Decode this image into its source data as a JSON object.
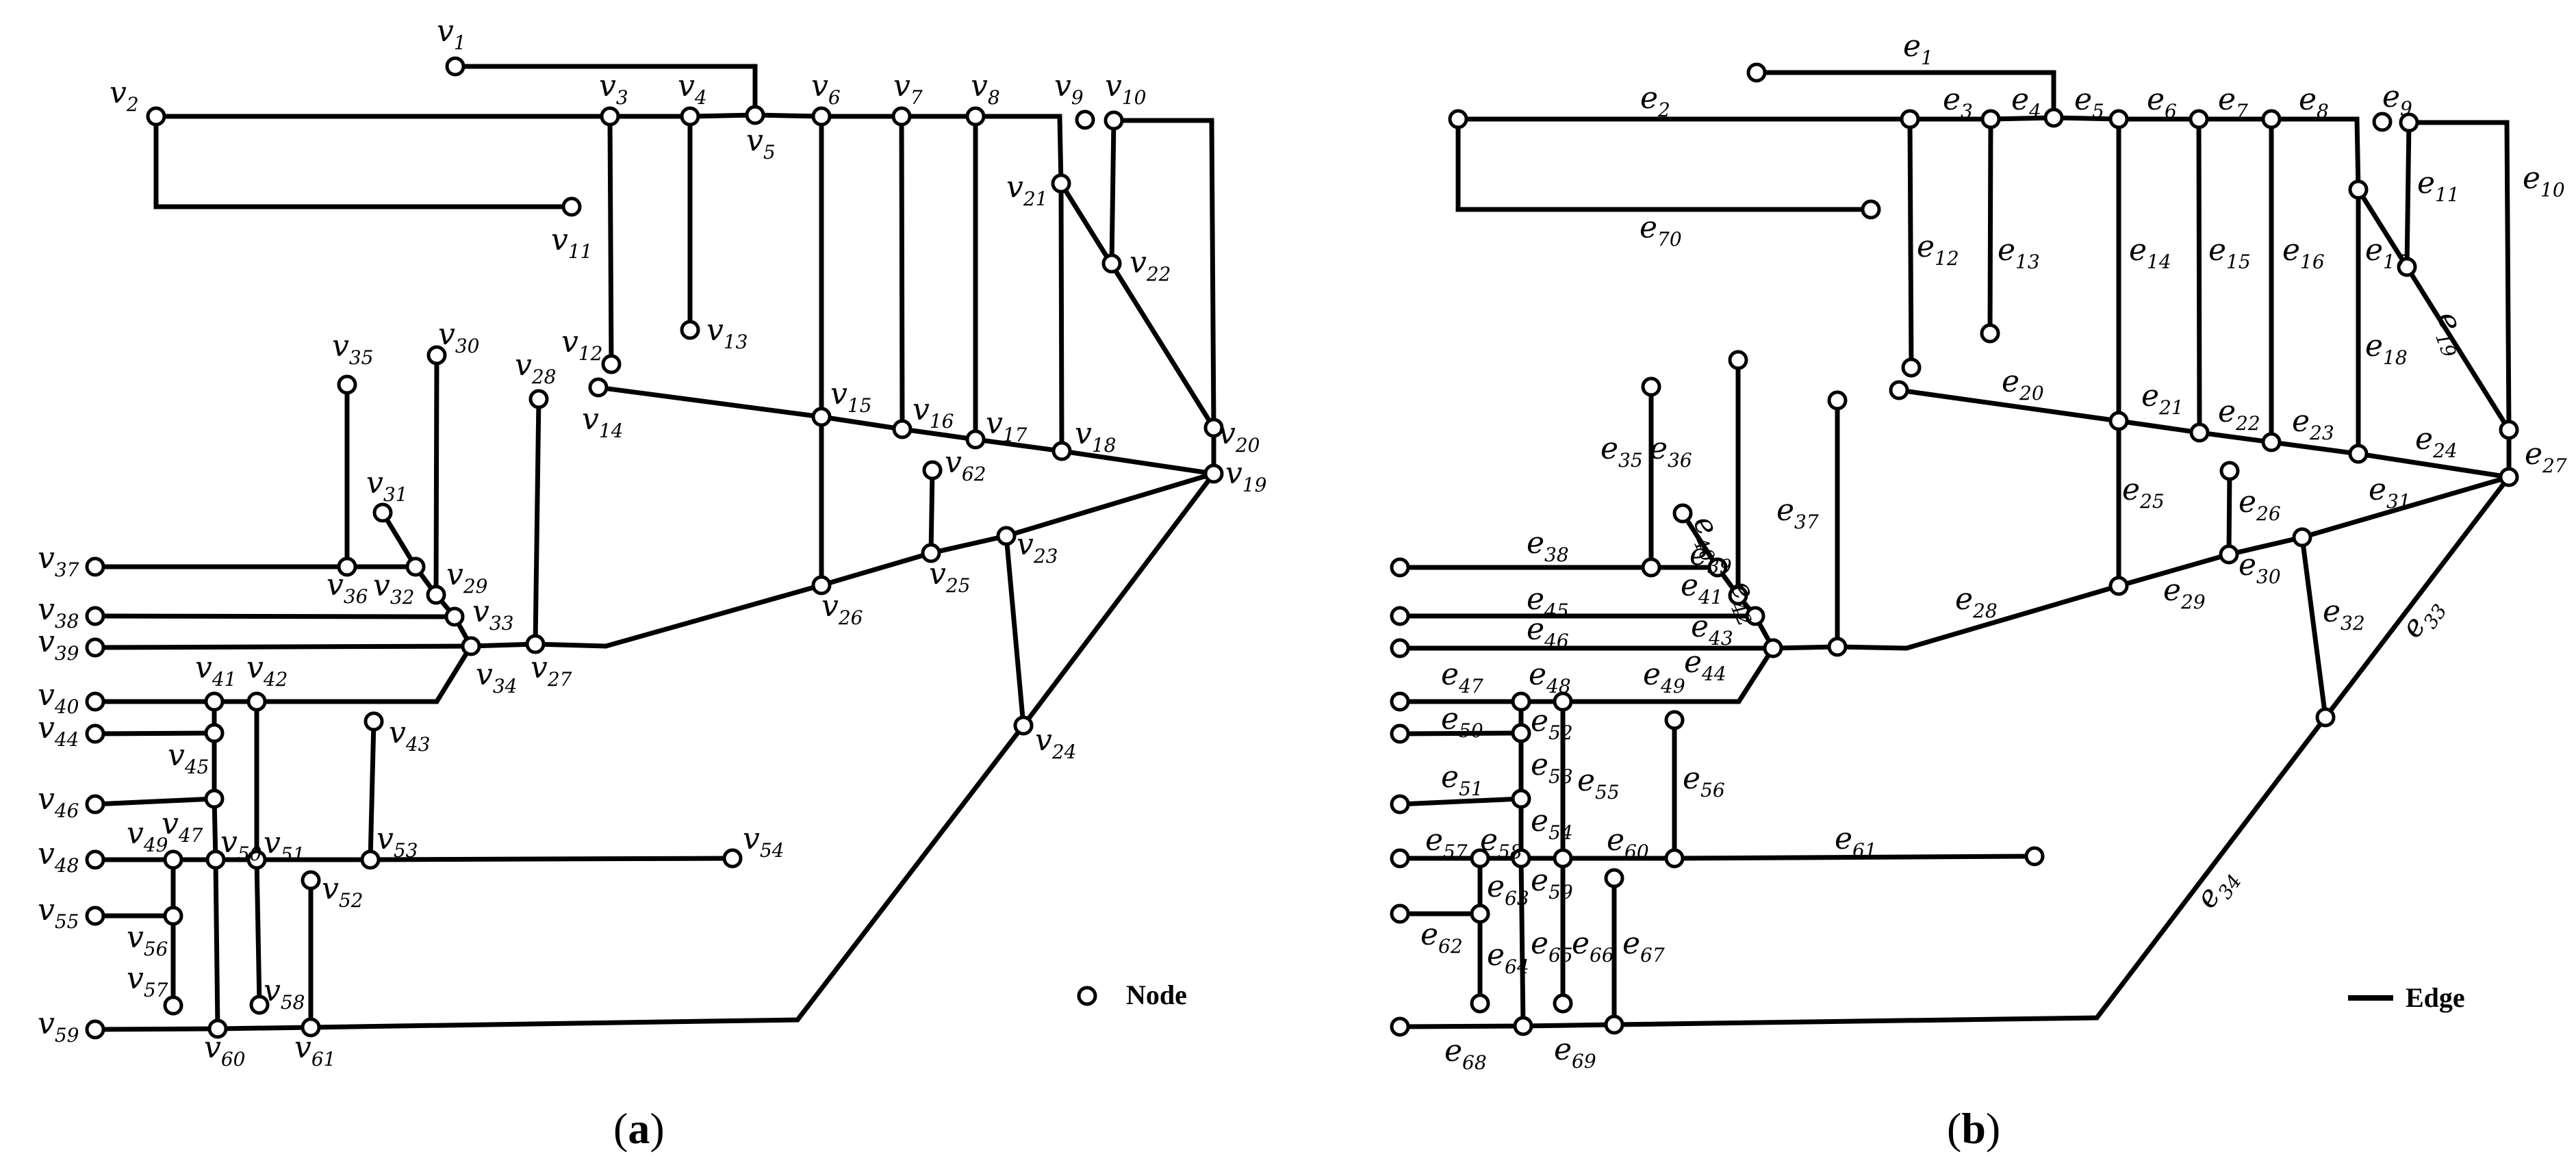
{
  "panel_a": {
    "caption_letter": "a",
    "legend_label": "Node",
    "nodes": [
      {
        "id": "1",
        "label": "v",
        "sub": "1"
      },
      {
        "id": "2",
        "label": "v",
        "sub": "2"
      },
      {
        "id": "3",
        "label": "v",
        "sub": "3"
      },
      {
        "id": "4",
        "label": "v",
        "sub": "4"
      },
      {
        "id": "5",
        "label": "v",
        "sub": "5"
      },
      {
        "id": "6",
        "label": "v",
        "sub": "6"
      },
      {
        "id": "7",
        "label": "v",
        "sub": "7"
      },
      {
        "id": "8",
        "label": "v",
        "sub": "8"
      },
      {
        "id": "9",
        "label": "v",
        "sub": "9"
      },
      {
        "id": "10",
        "label": "v",
        "sub": "10"
      },
      {
        "id": "11",
        "label": "v",
        "sub": "11"
      },
      {
        "id": "12",
        "label": "v",
        "sub": "12"
      },
      {
        "id": "13",
        "label": "v",
        "sub": "13"
      },
      {
        "id": "14",
        "label": "v",
        "sub": "14"
      },
      {
        "id": "15",
        "label": "v",
        "sub": "15"
      },
      {
        "id": "16",
        "label": "v",
        "sub": "16"
      },
      {
        "id": "17",
        "label": "v",
        "sub": "17"
      },
      {
        "id": "18",
        "label": "v",
        "sub": "18"
      },
      {
        "id": "19",
        "label": "v",
        "sub": "19"
      },
      {
        "id": "20",
        "label": "v",
        "sub": "20"
      },
      {
        "id": "21",
        "label": "v",
        "sub": "21"
      },
      {
        "id": "22",
        "label": "v",
        "sub": "22"
      },
      {
        "id": "23",
        "label": "v",
        "sub": "23"
      },
      {
        "id": "24",
        "label": "v",
        "sub": "24"
      },
      {
        "id": "25",
        "label": "v",
        "sub": "25"
      },
      {
        "id": "26",
        "label": "v",
        "sub": "26"
      },
      {
        "id": "27",
        "label": "v",
        "sub": "27"
      },
      {
        "id": "28",
        "label": "v",
        "sub": "28"
      },
      {
        "id": "29",
        "label": "v",
        "sub": "29"
      },
      {
        "id": "30",
        "label": "v",
        "sub": "30"
      },
      {
        "id": "31",
        "label": "v",
        "sub": "31"
      },
      {
        "id": "32",
        "label": "v",
        "sub": "32"
      },
      {
        "id": "33",
        "label": "v",
        "sub": "33"
      },
      {
        "id": "34",
        "label": "v",
        "sub": "34"
      },
      {
        "id": "35",
        "label": "v",
        "sub": "35"
      },
      {
        "id": "36",
        "label": "v",
        "sub": "36"
      },
      {
        "id": "37",
        "label": "v",
        "sub": "37"
      },
      {
        "id": "38",
        "label": "v",
        "sub": "38"
      },
      {
        "id": "39",
        "label": "v",
        "sub": "39"
      },
      {
        "id": "40",
        "label": "v",
        "sub": "40"
      },
      {
        "id": "41",
        "label": "v",
        "sub": "41"
      },
      {
        "id": "42",
        "label": "v",
        "sub": "42"
      },
      {
        "id": "43",
        "label": "v",
        "sub": "43"
      },
      {
        "id": "44",
        "label": "v",
        "sub": "44"
      },
      {
        "id": "45",
        "label": "v",
        "sub": "45"
      },
      {
        "id": "46",
        "label": "v",
        "sub": "46"
      },
      {
        "id": "47",
        "label": "v",
        "sub": "47"
      },
      {
        "id": "48",
        "label": "v",
        "sub": "48"
      },
      {
        "id": "49",
        "label": "v",
        "sub": "49"
      },
      {
        "id": "50",
        "label": "v",
        "sub": "50"
      },
      {
        "id": "51",
        "label": "v",
        "sub": "51"
      },
      {
        "id": "52",
        "label": "v",
        "sub": "52"
      },
      {
        "id": "53",
        "label": "v",
        "sub": "53"
      },
      {
        "id": "54",
        "label": "v",
        "sub": "54"
      },
      {
        "id": "55",
        "label": "v",
        "sub": "55"
      },
      {
        "id": "56",
        "label": "v",
        "sub": "56"
      },
      {
        "id": "57",
        "label": "v",
        "sub": "57"
      },
      {
        "id": "58",
        "label": "v",
        "sub": "58"
      },
      {
        "id": "59",
        "label": "v",
        "sub": "59"
      },
      {
        "id": "60",
        "label": "v",
        "sub": "60"
      },
      {
        "id": "61",
        "label": "v",
        "sub": "61"
      },
      {
        "id": "62",
        "label": "v",
        "sub": "62"
      }
    ]
  },
  "panel_b": {
    "caption_letter": "b",
    "legend_label": "Edge",
    "edges": [
      {
        "id": "1",
        "label": "e",
        "sub": "1"
      },
      {
        "id": "2",
        "label": "e",
        "sub": "2"
      },
      {
        "id": "3",
        "label": "e",
        "sub": "3"
      },
      {
        "id": "4",
        "label": "e",
        "sub": "4"
      },
      {
        "id": "5",
        "label": "e",
        "sub": "5"
      },
      {
        "id": "6",
        "label": "e",
        "sub": "6"
      },
      {
        "id": "7",
        "label": "e",
        "sub": "7"
      },
      {
        "id": "8",
        "label": "e",
        "sub": "8"
      },
      {
        "id": "9",
        "label": "e",
        "sub": "9"
      },
      {
        "id": "10",
        "label": "e",
        "sub": "10"
      },
      {
        "id": "11",
        "label": "e",
        "sub": "11"
      },
      {
        "id": "12",
        "label": "e",
        "sub": "12"
      },
      {
        "id": "13",
        "label": "e",
        "sub": "13"
      },
      {
        "id": "14",
        "label": "e",
        "sub": "14"
      },
      {
        "id": "15",
        "label": "e",
        "sub": "15"
      },
      {
        "id": "16",
        "label": "e",
        "sub": "16"
      },
      {
        "id": "17",
        "label": "e",
        "sub": "17"
      },
      {
        "id": "18",
        "label": "e",
        "sub": "18"
      },
      {
        "id": "19",
        "label": "e",
        "sub": "19"
      },
      {
        "id": "20",
        "label": "e",
        "sub": "20"
      },
      {
        "id": "21",
        "label": "e",
        "sub": "21"
      },
      {
        "id": "22",
        "label": "e",
        "sub": "22"
      },
      {
        "id": "23",
        "label": "e",
        "sub": "23"
      },
      {
        "id": "24",
        "label": "e",
        "sub": "24"
      },
      {
        "id": "25",
        "label": "e",
        "sub": "25"
      },
      {
        "id": "26",
        "label": "e",
        "sub": "26"
      },
      {
        "id": "27",
        "label": "e",
        "sub": "27"
      },
      {
        "id": "28",
        "label": "e",
        "sub": "28"
      },
      {
        "id": "29",
        "label": "e",
        "sub": "29"
      },
      {
        "id": "30",
        "label": "e",
        "sub": "30"
      },
      {
        "id": "31",
        "label": "e",
        "sub": "31"
      },
      {
        "id": "32",
        "label": "e",
        "sub": "32"
      },
      {
        "id": "33",
        "label": "e",
        "sub": "33"
      },
      {
        "id": "34",
        "label": "e",
        "sub": "34"
      },
      {
        "id": "35",
        "label": "e",
        "sub": "35"
      },
      {
        "id": "36",
        "label": "e",
        "sub": "36"
      },
      {
        "id": "37",
        "label": "e",
        "sub": "37"
      },
      {
        "id": "38",
        "label": "e",
        "sub": "38"
      },
      {
        "id": "39",
        "label": "e",
        "sub": "39"
      },
      {
        "id": "40",
        "label": "e",
        "sub": "40"
      },
      {
        "id": "41",
        "label": "e",
        "sub": "41"
      },
      {
        "id": "42",
        "label": "e",
        "sub": "42"
      },
      {
        "id": "43",
        "label": "e",
        "sub": "43"
      },
      {
        "id": "44",
        "label": "e",
        "sub": "44"
      },
      {
        "id": "45",
        "label": "e",
        "sub": "45"
      },
      {
        "id": "46",
        "label": "e",
        "sub": "46"
      },
      {
        "id": "47",
        "label": "e",
        "sub": "47"
      },
      {
        "id": "48",
        "label": "e",
        "sub": "48"
      },
      {
        "id": "49",
        "label": "e",
        "sub": "49"
      },
      {
        "id": "50",
        "label": "e",
        "sub": "50"
      },
      {
        "id": "51",
        "label": "e",
        "sub": "51"
      },
      {
        "id": "52",
        "label": "e",
        "sub": "52"
      },
      {
        "id": "53",
        "label": "e",
        "sub": "53"
      },
      {
        "id": "54",
        "label": "e",
        "sub": "54"
      },
      {
        "id": "55",
        "label": "e",
        "sub": "55"
      },
      {
        "id": "56",
        "label": "e",
        "sub": "56"
      },
      {
        "id": "57",
        "label": "e",
        "sub": "57"
      },
      {
        "id": "58",
        "label": "e",
        "sub": "58"
      },
      {
        "id": "59",
        "label": "e",
        "sub": "59"
      },
      {
        "id": "60",
        "label": "e",
        "sub": "60"
      },
      {
        "id": "61",
        "label": "e",
        "sub": "61"
      },
      {
        "id": "62",
        "label": "e",
        "sub": "62"
      },
      {
        "id": "63",
        "label": "e",
        "sub": "63"
      },
      {
        "id": "64",
        "label": "e",
        "sub": "64"
      },
      {
        "id": "65",
        "label": "e",
        "sub": "65"
      },
      {
        "id": "66",
        "label": "e",
        "sub": "66"
      },
      {
        "id": "67",
        "label": "e",
        "sub": "67"
      },
      {
        "id": "68",
        "label": "e",
        "sub": "68"
      },
      {
        "id": "69",
        "label": "e",
        "sub": "69"
      },
      {
        "id": "70",
        "label": "e",
        "sub": "70"
      }
    ]
  }
}
